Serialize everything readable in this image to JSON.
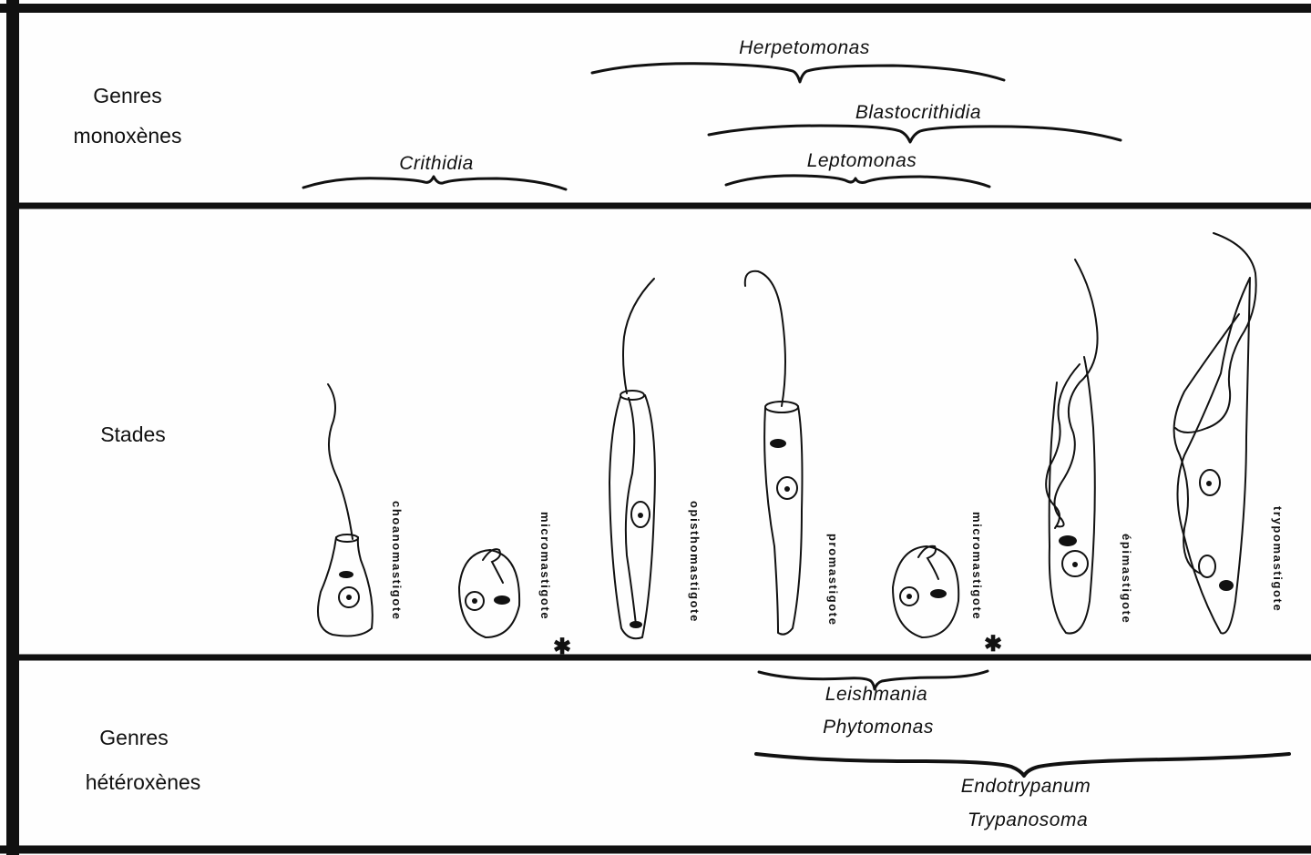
{
  "rows": {
    "top_label_line1": "Genres",
    "top_label_line2": "monoxènes",
    "middle_label": "Stades",
    "bottom_label_line1": "Genres",
    "bottom_label_line2": "hétéroxènes"
  },
  "monoxenous_genera": {
    "herpetomonas": "Herpetomonas",
    "blastocrithidia": "Blastocrithidia",
    "crithidia": "Crithidia",
    "leptomonas": "Leptomonas"
  },
  "heteroxenous_genera": {
    "leishmania": "Leishmania",
    "phytomonas": "Phytomonas",
    "endotrypanum": "Endotrypanum",
    "trypanosoma": "Trypanosoma"
  },
  "stages": [
    {
      "name": "choanomastigote",
      "marker": ""
    },
    {
      "name": "micromastigote",
      "marker": "✱"
    },
    {
      "name": "opisthomastigote",
      "marker": ""
    },
    {
      "name": "promastigote",
      "marker": ""
    },
    {
      "name": "micromastigote",
      "marker": "✱"
    },
    {
      "name": "épimastigote",
      "marker": ""
    },
    {
      "name": "trypomastigote",
      "marker": ""
    }
  ]
}
